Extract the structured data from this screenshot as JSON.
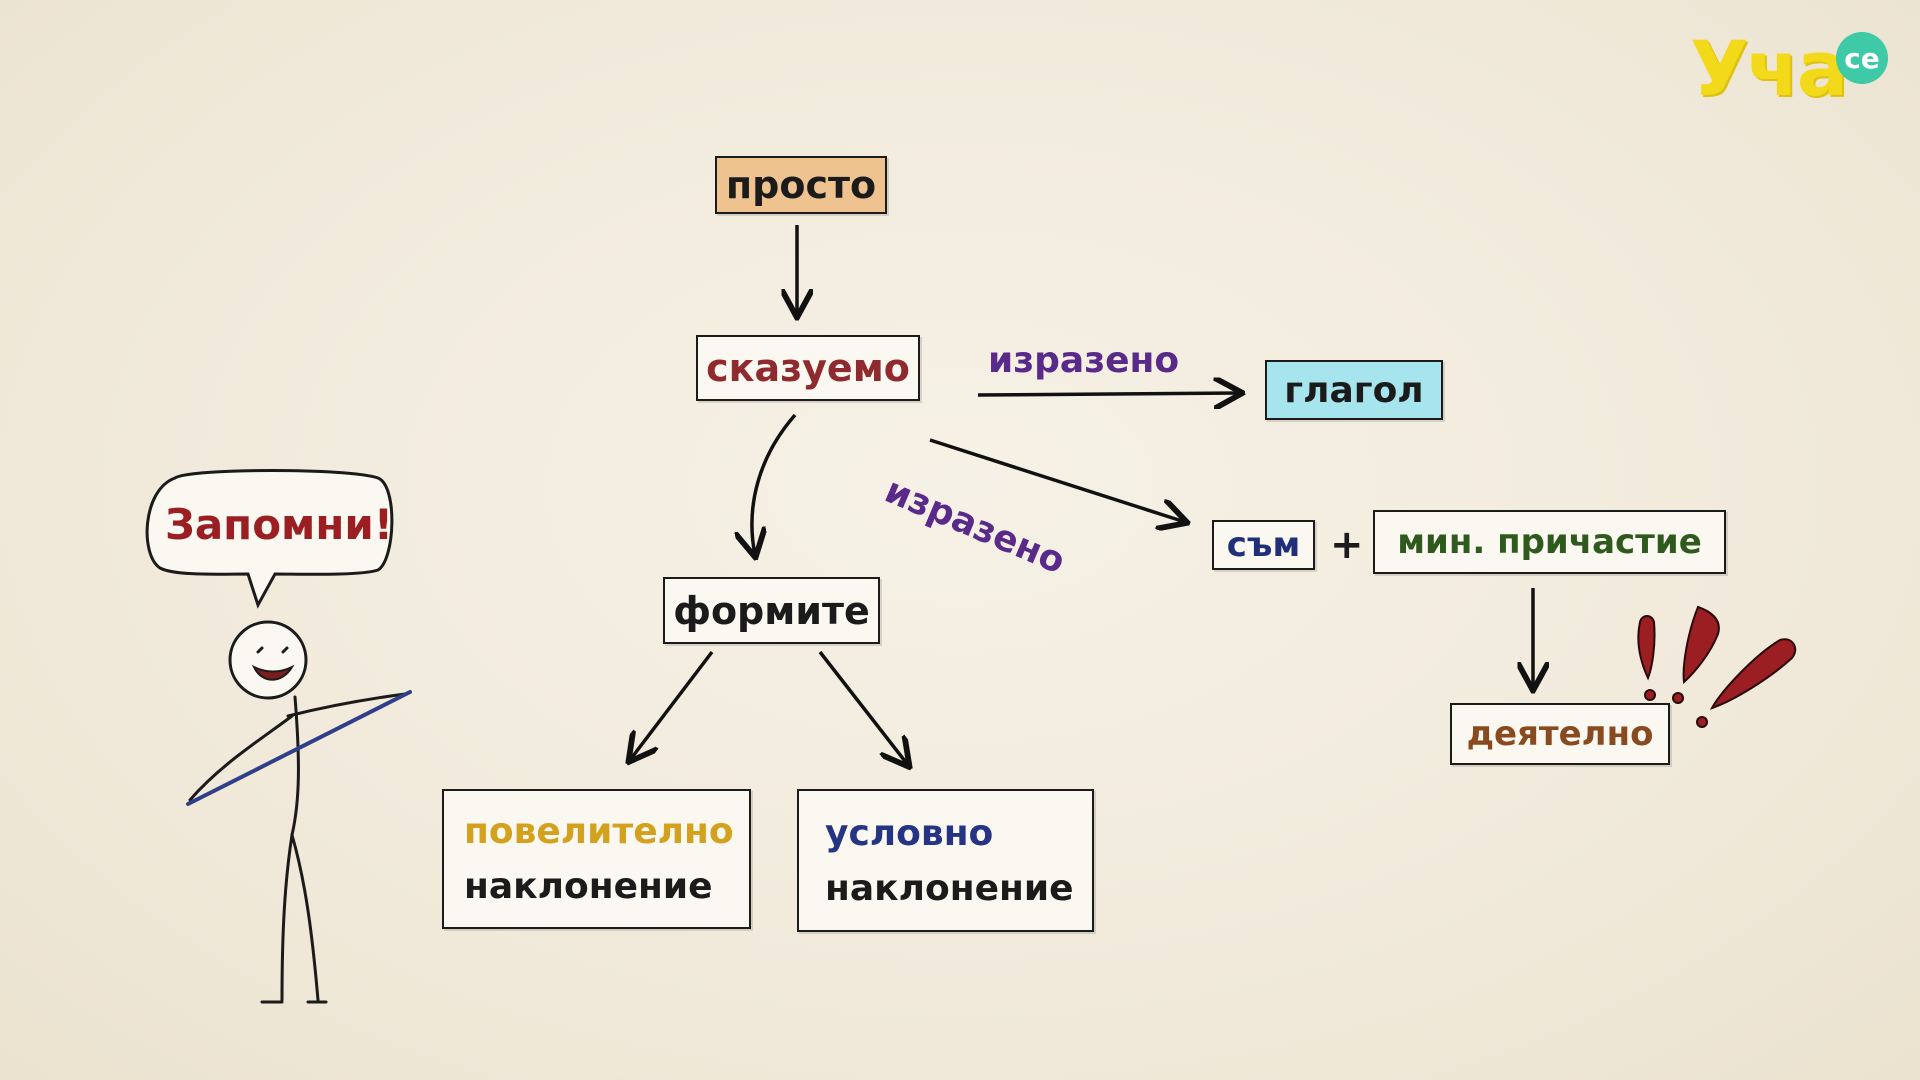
{
  "logo": {
    "text": "Уча",
    "badge": "се"
  },
  "speech": {
    "text": "Запомни!"
  },
  "nodes": {
    "prosto": "просто",
    "skazuemo": "сказуемо",
    "glagol": "глагол",
    "formite": "формите",
    "sam": "съм",
    "plus": "+",
    "min_prichastie": "мин. причастие",
    "deyatelno": "деятелно",
    "povelitelno": {
      "line1": "повелително",
      "line2": "наклонение"
    },
    "uslovno": {
      "line1": "условно",
      "line2": "наклонение"
    }
  },
  "edges": {
    "izrazeno_top": "изразено",
    "izrazeno_diag": "изразено"
  },
  "colors": {
    "prosto_fill": "#efc38f",
    "glagol_fill": "#a6e4ee",
    "skazuemo_text": "#8f2a2f",
    "izrazeno_text": "#5a2a8a",
    "sam_text": "#1f2f78",
    "prichastie_text": "#2f5a1e",
    "deyatelno_text": "#8a4a1f",
    "povelitelno_text": "#d4a11e",
    "uslovno_text": "#263583",
    "exclaim": "#9b1f22",
    "logo_yellow": "#f2d91a",
    "logo_green": "#3ec9a7"
  }
}
